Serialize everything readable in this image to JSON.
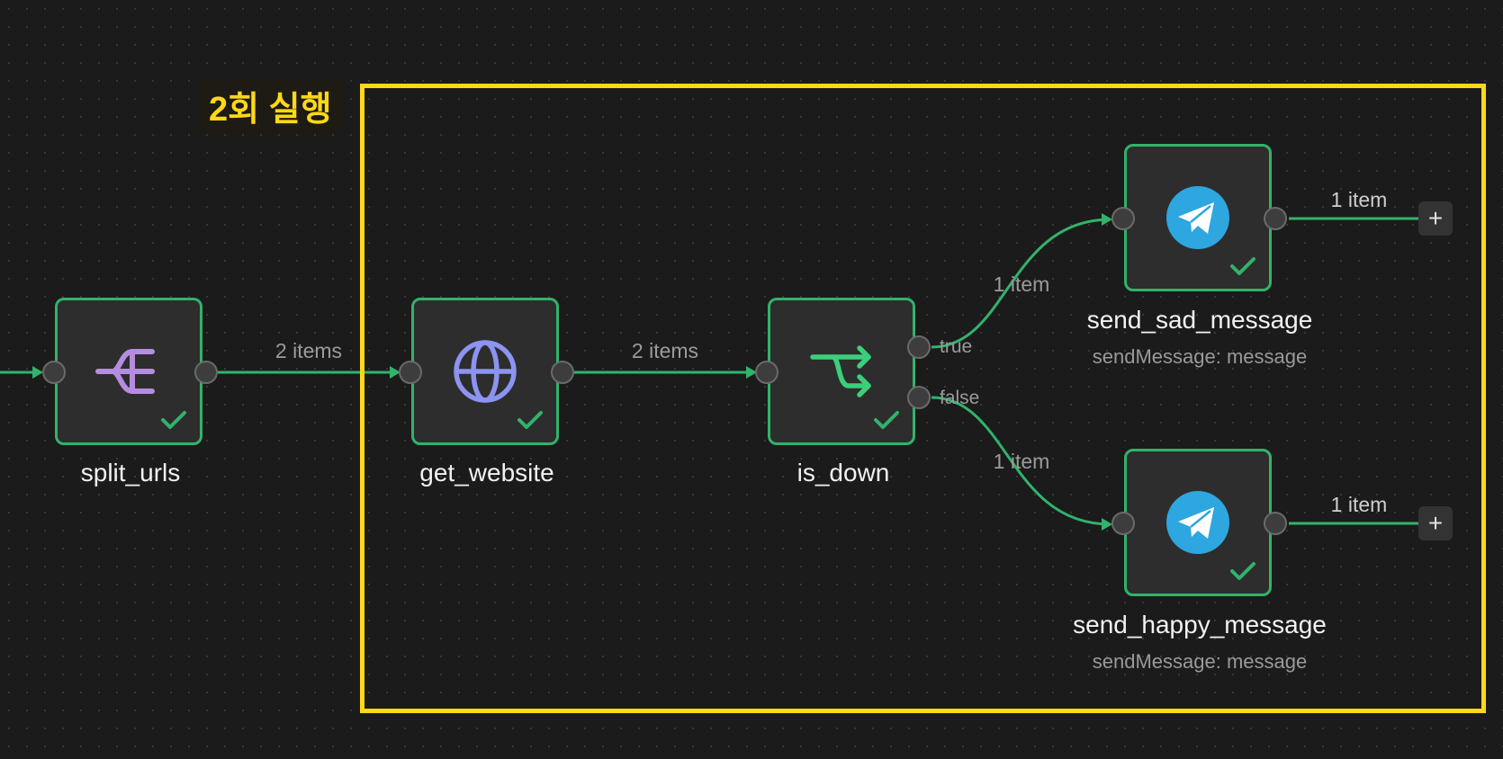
{
  "colors": {
    "canvas_background": "#1b1b1b",
    "group_border": "#ffd817",
    "node_border_success": "#31b36b",
    "edge": "#31b36b",
    "split_icon": "#b48de0",
    "http_icon": "#8c93f0",
    "if_icon": "#3ccf7a",
    "telegram_icon": "#2ea6e0"
  },
  "group": {
    "label": "2회 실행"
  },
  "nodes": {
    "split_urls": {
      "title": "split_urls",
      "icon": "split-out-icon",
      "status": "success"
    },
    "get_website": {
      "title": "get_website",
      "icon": "globe-icon",
      "status": "success"
    },
    "is_down": {
      "title": "is_down",
      "icon": "if-branch-icon",
      "status": "success",
      "outputs": {
        "true_label": "true",
        "false_label": "false"
      }
    },
    "send_sad_message": {
      "title": "send_sad_message",
      "subtitle": "sendMessage: message",
      "icon": "telegram-icon",
      "status": "success"
    },
    "send_happy_message": {
      "title": "send_happy_message",
      "subtitle": "sendMessage: message",
      "icon": "telegram-icon",
      "status": "success"
    }
  },
  "edges": {
    "split_to_get": "2 items",
    "get_to_is_down": "2 items",
    "true_to_sad": "1 item",
    "false_to_happy": "1 item",
    "sad_out": "1 item",
    "happy_out": "1 item"
  },
  "add_button_glyph": "+"
}
